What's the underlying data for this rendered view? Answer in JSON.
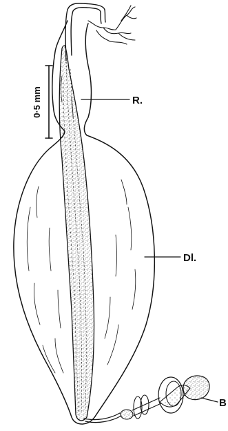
{
  "figure": {
    "scale_bar": {
      "label": "0·5 mm"
    },
    "labels": {
      "rectum": "R.",
      "diverticulum": "Dl.",
      "bulb": "B"
    },
    "colors": {
      "ink": "#141414",
      "stipple": "#2a2a2a",
      "background": "#ffffff"
    }
  }
}
